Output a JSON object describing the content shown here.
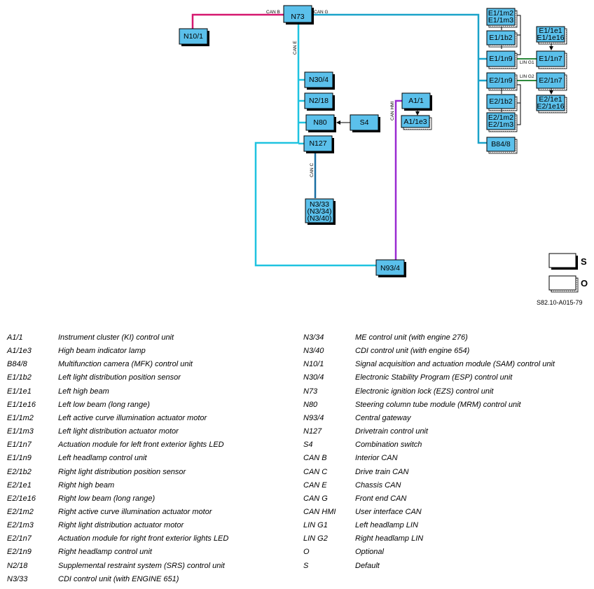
{
  "diagram": {
    "buses": {
      "can_b": "CAN B",
      "can_g": "CAN G",
      "can_e": "CAN E",
      "can_c": "CAN C",
      "can_hmi": "CAN HMI",
      "lin_g1": "LIN G1",
      "lin_g2": "LIN G2"
    },
    "colors": {
      "can_b": "#d6176f",
      "can_g": "#1aa3c9",
      "can_e": "#1fc3e0",
      "can_c": "#1a6fa3",
      "can_hmi": "#9a2bd1",
      "lin": "#2e8a3e",
      "box_fill": "#5bc0eb"
    },
    "boxes": {
      "n73": "N73",
      "n10_1": "N10/1",
      "n30_4": "N30/4",
      "n2_18": "N2/18",
      "n80": "N80",
      "s4": "S4",
      "n127": "N127",
      "n3_33": [
        "N3/33",
        "(N3/34)",
        "(N3/40)"
      ],
      "a1_1": "A1/1",
      "a1_1e3": "A1/1e3",
      "n93_4": "N93/4",
      "e1_1m2": [
        "E1/1m2",
        "E1/1m3"
      ],
      "e1_1b2": "E1/1b2",
      "e1_1n9": "E1/1n9",
      "e1_1e1": [
        "E1/1e1",
        "E1/1e16"
      ],
      "e1_1n7": "E1/1n7",
      "e2_1n9": "E2/1n9",
      "e2_1n7": "E2/1n7",
      "e2_1e1": [
        "E2/1e1",
        "E2/1e16"
      ],
      "e2_1b2": "E2/1b2",
      "e2_1m2": [
        "E2/1m2",
        "E2/1m3"
      ],
      "b84_8": "B84/8"
    },
    "key": {
      "s": "S",
      "o": "O"
    },
    "ref": "S82.10-A015-79"
  },
  "legend_left": [
    {
      "code": "A1/1",
      "desc": "Instrument cluster (KI) control unit"
    },
    {
      "code": "A1/1e3",
      "desc": "High beam indicator lamp"
    },
    {
      "code": "B84/8",
      "desc": "Multifunction camera (MFK) control unit"
    },
    {
      "code": "E1/1b2",
      "desc": "Left light distribution position sensor"
    },
    {
      "code": "E1/1e1",
      "desc": "Left high beam"
    },
    {
      "code": "E1/1e16",
      "desc": "Left low beam (long range)"
    },
    {
      "code": "E1/1m2",
      "desc": "Left active curve illumination actuator motor"
    },
    {
      "code": "E1/1m3",
      "desc": "Left light distribution actuator motor"
    },
    {
      "code": "E1/1n7",
      "desc": "Actuation module for left front exterior lights LED"
    },
    {
      "code": "E1/1n9",
      "desc": "Left headlamp control unit"
    },
    {
      "code": "E2/1b2",
      "desc": "Right light distribution position sensor"
    },
    {
      "code": "E2/1e1",
      "desc": "Right high beam"
    },
    {
      "code": "E2/1e16",
      "desc": "Right low beam (long range)"
    },
    {
      "code": "E2/1m2",
      "desc": "Right active curve illumination actuator motor"
    },
    {
      "code": "E2/1m3",
      "desc": "Right light distribution actuator motor"
    },
    {
      "code": "E2/1n7",
      "desc": "Actuation module for right front exterior lights LED"
    },
    {
      "code": "E2/1n9",
      "desc": "Right headlamp control unit"
    },
    {
      "code": "N2/18",
      "desc": "Supplemental restraint system (SRS) control unit"
    },
    {
      "code": "N3/33",
      "desc": "CDI control unit (with ENGINE 651)"
    }
  ],
  "legend_right": [
    {
      "code": "N3/34",
      "desc": "ME control unit (with engine 276)"
    },
    {
      "code": "N3/40",
      "desc": "CDI control unit (with engine 654)"
    },
    {
      "code": "N10/1",
      "desc": "Signal acquisition and actuation module (SAM) control unit"
    },
    {
      "code": "N30/4",
      "desc": "Electronic Stability Program (ESP) control unit"
    },
    {
      "code": "N73",
      "desc": "Electronic ignition lock (EZS) control unit"
    },
    {
      "code": "N80",
      "desc": "Steering column tube module (MRM) control unit"
    },
    {
      "code": "N93/4",
      "desc": "Central gateway"
    },
    {
      "code": "N127",
      "desc": "Drivetrain control unit"
    },
    {
      "code": "S4",
      "desc": "Combination switch"
    },
    {
      "code": "CAN B",
      "desc": "Interior CAN"
    },
    {
      "code": "CAN C",
      "desc": "Drive train CAN"
    },
    {
      "code": "CAN E",
      "desc": "Chassis CAN"
    },
    {
      "code": "CAN G",
      "desc": "Front end CAN"
    },
    {
      "code": "CAN HMI",
      "desc": "User interface CAN"
    },
    {
      "code": "LIN G1",
      "desc": "Left headlamp LIN"
    },
    {
      "code": "LIN G2",
      "desc": "Right headlamp LIN"
    },
    {
      "code": "O",
      "desc": "Optional"
    },
    {
      "code": "S",
      "desc": "Default"
    }
  ]
}
